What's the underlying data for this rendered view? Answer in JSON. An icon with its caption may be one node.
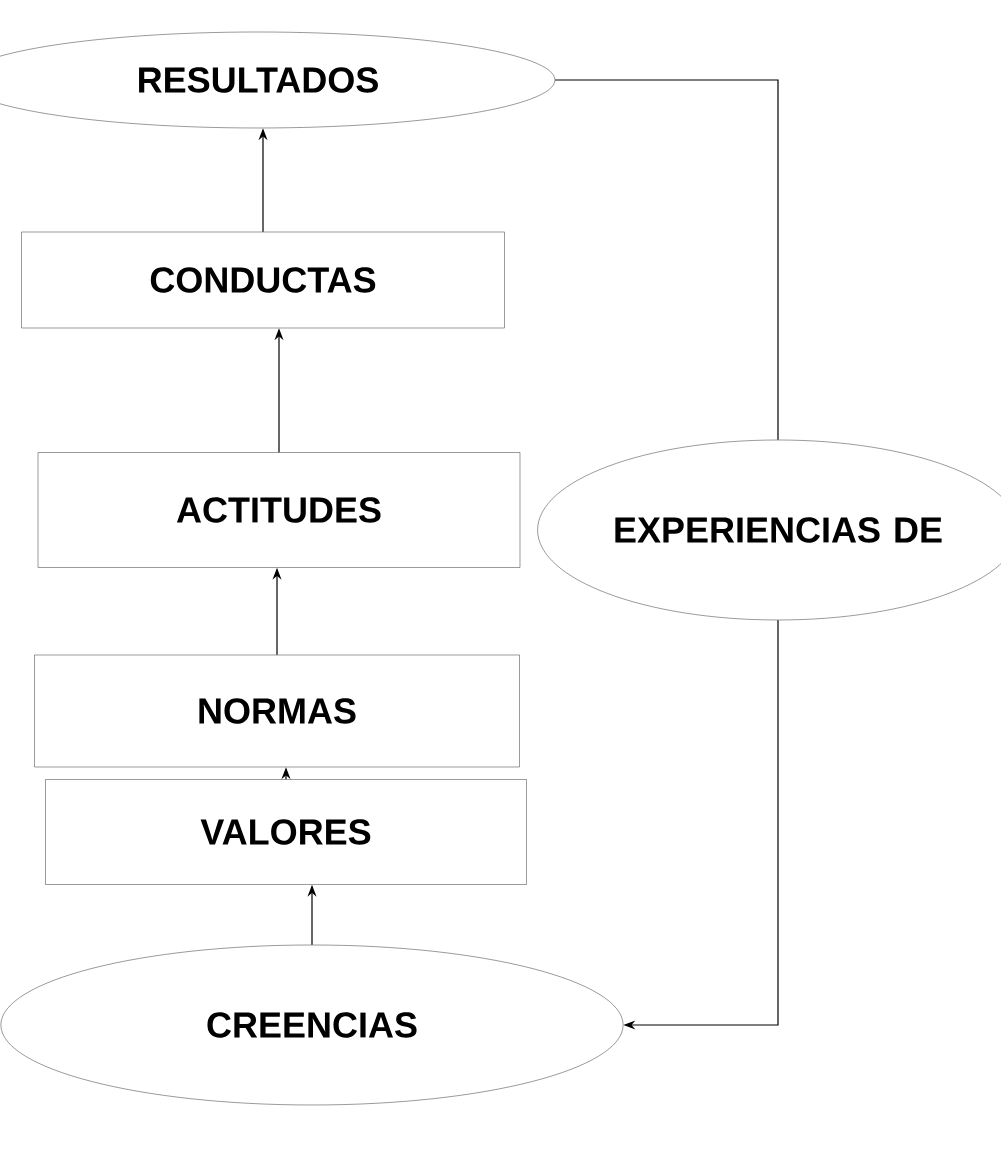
{
  "diagram": {
    "nodes": [
      {
        "text": [
          "RESULTADOS"
        ]
      },
      {
        "text": [
          "CONDUCTAS"
        ]
      },
      {
        "text": [
          "ACTITUDES"
        ]
      },
      {
        "text": [
          "NORMAS"
        ]
      },
      {
        "text": [
          "VALORES"
        ]
      },
      {
        "text": [
          "CREENCIAS"
        ]
      },
      {
        "text": [
          "EXPERIENCIAS DE"
        ]
      }
    ],
    "edges": [
      {
        "from": 1,
        "to": 0,
        "arrow": "to"
      },
      {
        "from": 2,
        "to": 1,
        "arrow": "to"
      },
      {
        "from": 3,
        "to": 2,
        "arrow": "to"
      },
      {
        "from": 4,
        "to": 3,
        "arrow": "to"
      },
      {
        "from": 5,
        "to": 4,
        "arrow": "to"
      },
      {
        "from": 0,
        "to": 6,
        "arrow": "none"
      },
      {
        "from": 6,
        "to": 5,
        "arrow": "to"
      }
    ]
  }
}
